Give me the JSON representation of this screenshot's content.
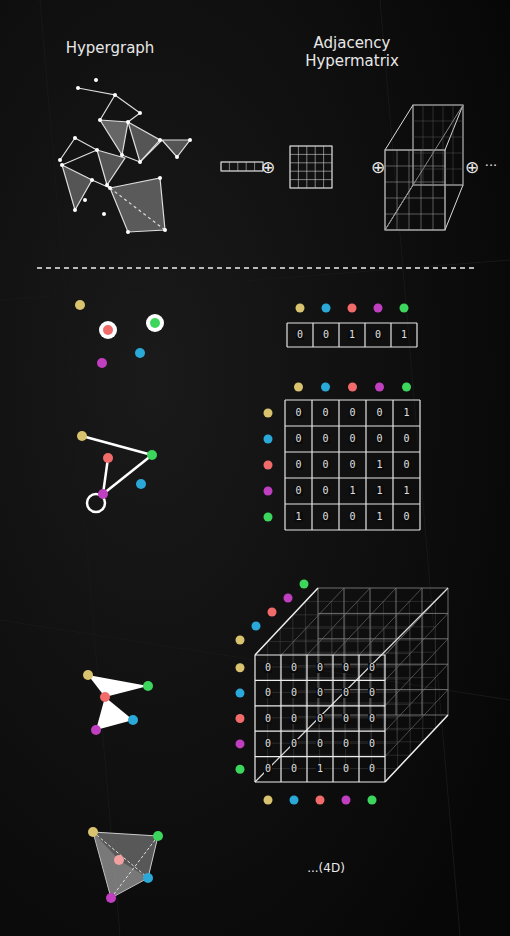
{
  "diagram": {
    "labels": [
      "Hypergraph",
      "Adjacency Hypermatrix",
      "⊕",
      "⊕",
      "⊕",
      "···",
      "0",
      "0",
      "1",
      "0",
      "1",
      "0",
      "0",
      "0",
      "0",
      "1",
      "0",
      "0",
      "0",
      "0",
      "0",
      "0",
      "0",
      "0",
      "1",
      "0",
      "0",
      "0",
      "1",
      "1",
      "1",
      "1",
      "0",
      "0",
      "1",
      "0",
      "0",
      "0",
      "0",
      "0",
      "0",
      "0",
      "0",
      "0",
      "0",
      "0",
      "0",
      "0",
      "0",
      "0",
      "0",
      "0",
      "0",
      "0",
      "0",
      "0",
      "0",
      "0",
      "1",
      "0",
      "0",
      "...(4D)"
    ]
  }
}
